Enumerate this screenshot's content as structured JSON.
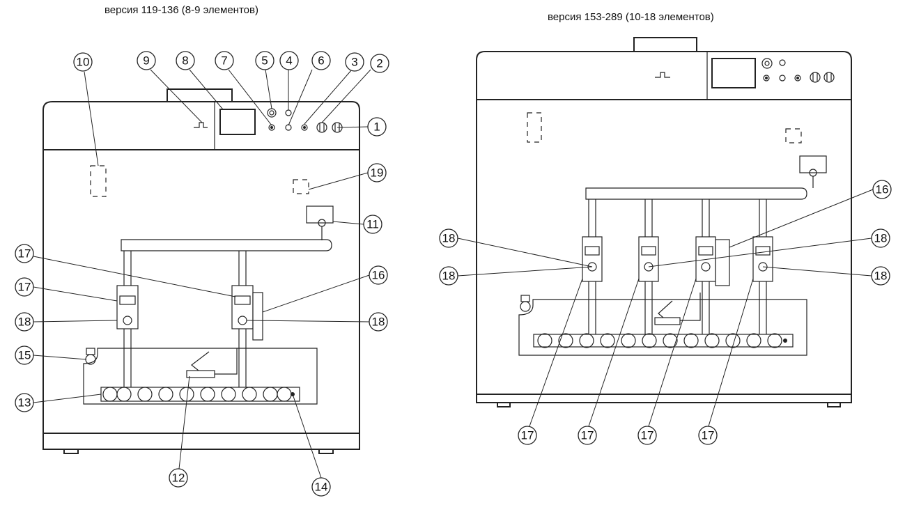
{
  "captions": {
    "left": "версия 119-136 (8-9 элементов)",
    "right": "версия 153-289 (10-18 элементов)"
  },
  "left_callouts": [
    "1",
    "2",
    "3",
    "4",
    "5",
    "6",
    "7",
    "8",
    "9",
    "10",
    "11",
    "12",
    "13",
    "14",
    "15",
    "16",
    "17",
    "17",
    "18",
    "18",
    "19"
  ],
  "right_callouts": [
    "16",
    "18",
    "18",
    "18",
    "18",
    "17",
    "17",
    "17",
    "17"
  ]
}
